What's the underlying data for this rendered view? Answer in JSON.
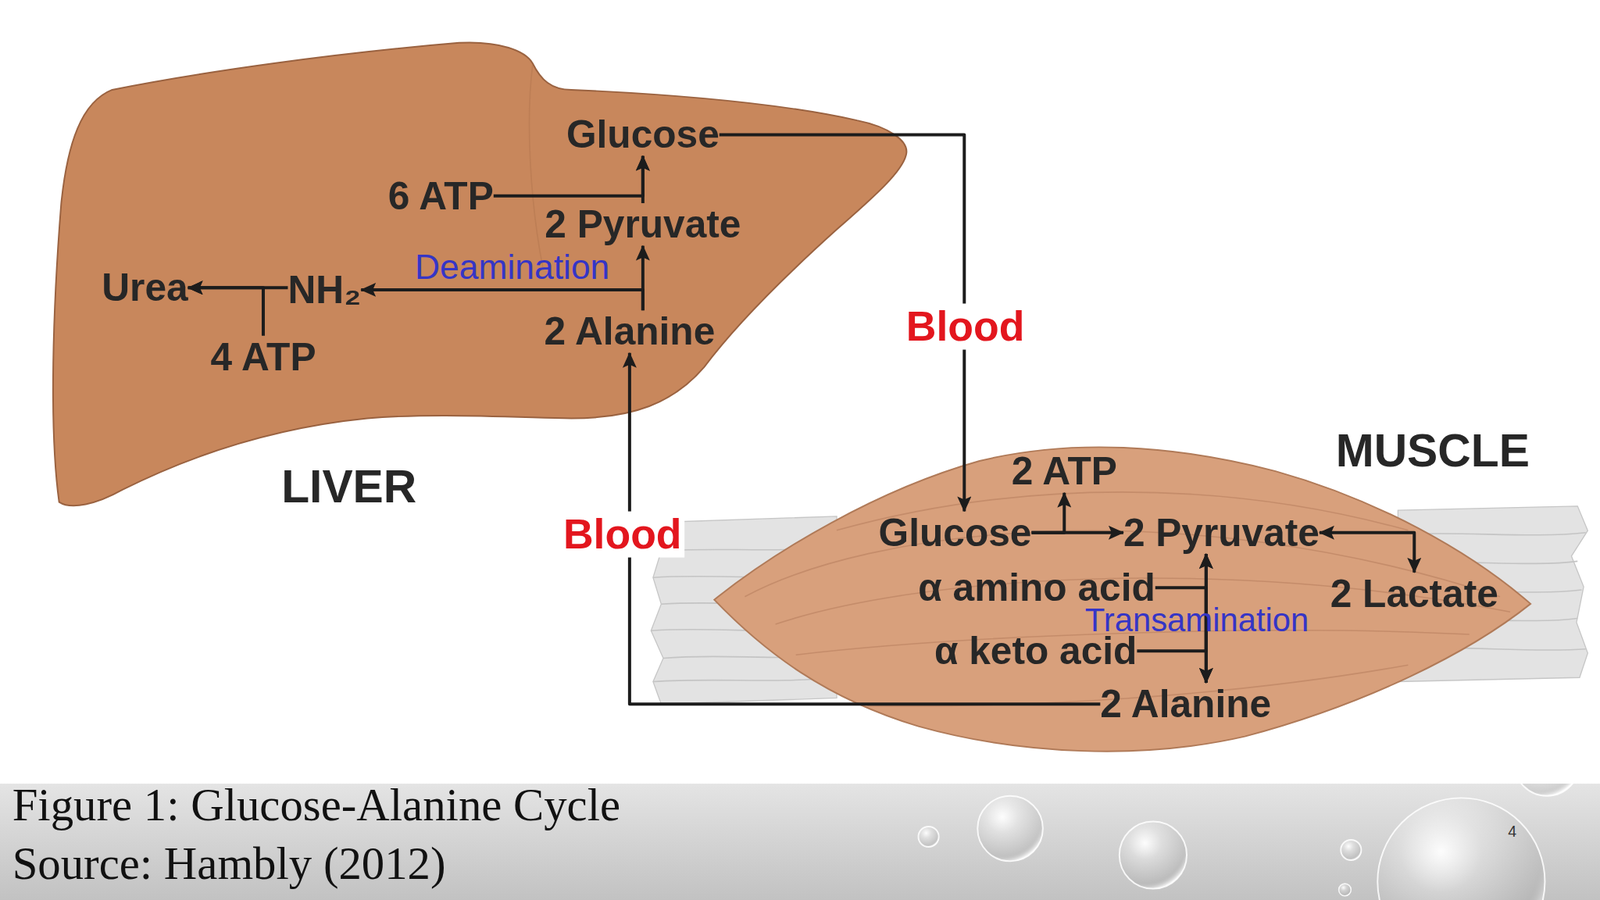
{
  "diagram": {
    "caption": "Figure 1: Glucose-Alanine Cycle",
    "nodes": [
      {
        "text": [
          "LIVER"
        ]
      },
      {
        "text": [
          "Glucose"
        ],
        "in": 0
      },
      {
        "text": [
          "6 ATP"
        ],
        "in": 0
      },
      {
        "text": [
          "2 Pyruvate"
        ],
        "in": 0
      },
      {
        "text": [
          "Urea"
        ],
        "in": 0
      },
      {
        "text": [
          "NH₂"
        ],
        "in": 0
      },
      {
        "text": [
          "2 Alanine"
        ],
        "in": 0
      },
      {
        "text": [
          "4 ATP"
        ],
        "in": 0
      },
      {
        "text": [
          "MUSCLE"
        ]
      },
      {
        "text": [
          "2 ATP"
        ],
        "in": 8
      },
      {
        "text": [
          "Glucose"
        ],
        "in": 8
      },
      {
        "text": [
          "2 Pyruvate"
        ],
        "in": 8
      },
      {
        "text": [
          "α amino acid"
        ],
        "in": 8
      },
      {
        "text": [
          "2 Lactate"
        ],
        "in": 8
      },
      {
        "text": [
          "α keto acid"
        ],
        "in": 8
      },
      {
        "text": [
          "2 Alanine"
        ],
        "in": 8
      }
    ],
    "edges": [
      {
        "from": 6,
        "to": 3,
        "arrow": "to"
      },
      {
        "from": 6,
        "to": 5,
        "label": "Deamination",
        "arrow": "to"
      },
      {
        "from": 3,
        "to": 1,
        "arrow": "to"
      },
      {
        "from": 2,
        "to": 1,
        "arrow": "to"
      },
      {
        "from": 5,
        "to": 4,
        "arrow": "to"
      },
      {
        "from": 7,
        "to": 4,
        "arrow": "to"
      },
      {
        "from": 1,
        "to": 10,
        "label": "Blood",
        "arrow": "to"
      },
      {
        "from": 15,
        "to": 6,
        "label": "Blood",
        "arrow": "to"
      },
      {
        "from": 10,
        "to": 11,
        "arrow": "to"
      },
      {
        "from": 10,
        "to": 9,
        "arrow": "to"
      },
      {
        "from": 11,
        "to": 13,
        "arrow": "both"
      },
      {
        "from": 11,
        "to": 15,
        "label": "Transamination",
        "arrow": "both"
      },
      {
        "from": 12,
        "to": 15,
        "arrow": "to"
      },
      {
        "from": 14,
        "to": 11,
        "arrow": "to"
      }
    ],
    "labels": [
      "Source: Hambly (2012)",
      "4"
    ]
  }
}
